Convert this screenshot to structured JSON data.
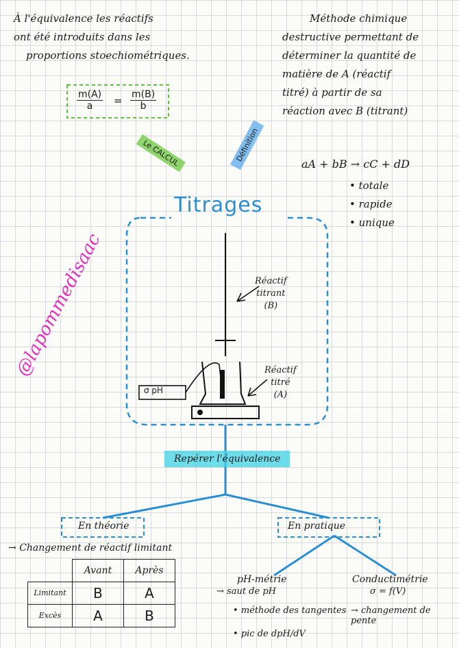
{
  "top_left_note": [
    "À l'équivalence les réactifs",
    "ont été introduits dans les",
    "proportions stoechiométriques."
  ],
  "formula": {
    "lhs_num": "m(A)",
    "lhs_den": "a",
    "equals": "=",
    "rhs_num": "m(B)",
    "rhs_den": "b"
  },
  "calcul_label": "Le CALCUL",
  "definition_label": "Définition",
  "definition_text": [
    "Méthode chimique",
    "destructive permettant de",
    "déterminer la quantité de",
    "matière de A (réactif",
    "titré) à partir de sa",
    "réaction avec B (titrant)"
  ],
  "reaction": "aA + bB → cC + dD",
  "reaction_props": [
    "totale",
    "rapide",
    "unique"
  ],
  "title": "Titrages",
  "signature": "@lapommedisaac",
  "setup": {
    "reactif_titrant": [
      "Réactif",
      "titrant",
      "(B)"
    ],
    "reactif_titre": [
      "Réactif",
      "titré",
      "(A)"
    ],
    "meter_label": "σ  pH"
  },
  "reperer_label": "Repérer l'équivalence",
  "theorie": {
    "label": "En théorie",
    "note": "Changement de réactif limitant",
    "table": {
      "headers": [
        "Avant",
        "Après"
      ],
      "rows": [
        {
          "label": "Limitant",
          "avant": "B",
          "apres": "A"
        },
        {
          "label": "Excès",
          "avant": "A",
          "apres": "B"
        }
      ]
    }
  },
  "pratique": {
    "label": "En pratique",
    "ph": {
      "title": "pH-métrie",
      "note": "saut de pH",
      "items": [
        "méthode des tangentes",
        "pic de dpH/dV"
      ]
    },
    "conducti": {
      "title": "Conductimétrie",
      "formula": "σ = f(V)",
      "note": "changement de pente"
    }
  },
  "colors": {
    "blue": "#2a8fd0",
    "green": "#5ec23a",
    "pink": "#e02ec0",
    "cyan": "#40d2e6"
  }
}
